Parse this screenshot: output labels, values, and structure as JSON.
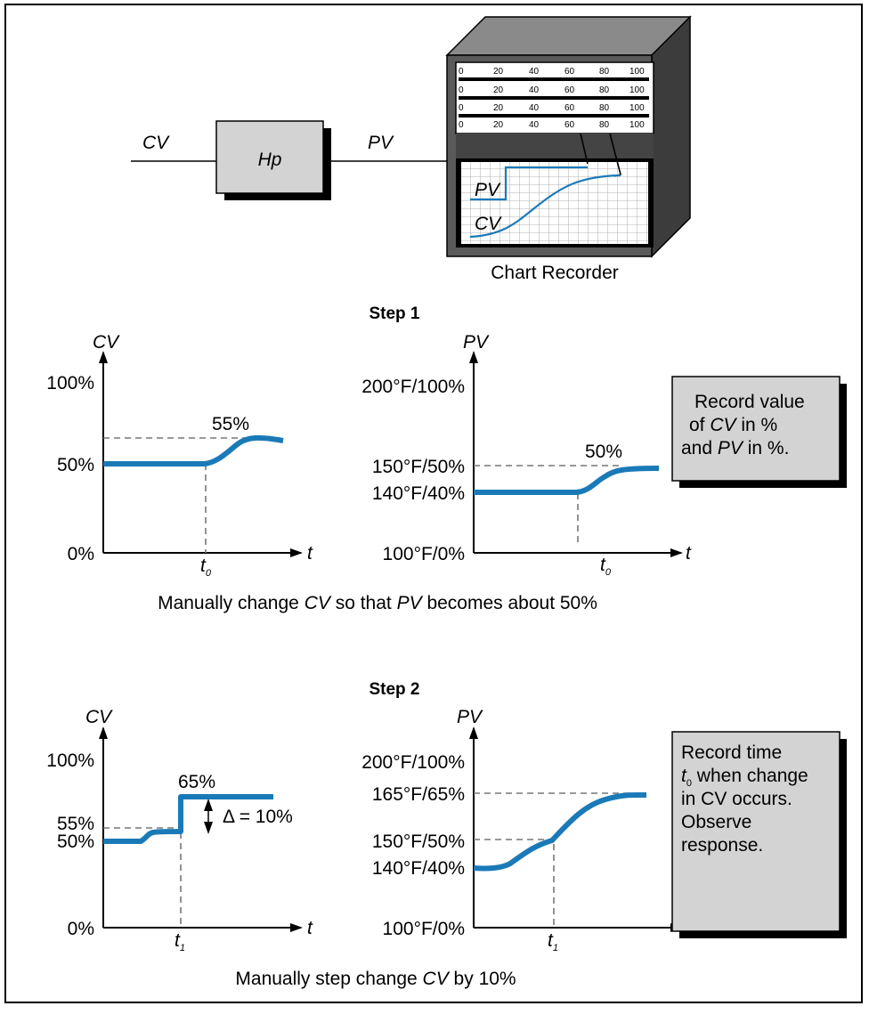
{
  "colors": {
    "curve": "#1a7ab8",
    "box_fill": "#d3d3d3",
    "shadow": "#000000",
    "recorder_dark": "#555555"
  },
  "top": {
    "cv_label": "CV",
    "process_label": "Hp",
    "pv_label": "PV",
    "recorder": {
      "scale": [
        "0",
        "20",
        "40",
        "60",
        "80",
        "100"
      ],
      "trace_pv": "PV",
      "trace_cv": "CV",
      "caption": "Chart Recorder"
    }
  },
  "step1": {
    "title": "Step 1",
    "cv_plot": {
      "y_axis_label": "CV",
      "ticks": [
        "100%",
        "50%",
        "0%"
      ],
      "annotation": "55%",
      "x_axis_label": "t",
      "t_marker": "t",
      "t_sub": "0"
    },
    "pv_plot": {
      "y_axis_label": "PV",
      "ticks": [
        "200°F/100%",
        "150°F/50%",
        "140°F/40%",
        "100°F/0%"
      ],
      "annotation": "50%",
      "x_axis_label": "t",
      "t_marker": "t",
      "t_sub": "0"
    },
    "note": {
      "line1": "Record value",
      "line2_a": "of ",
      "line2_b": "CV",
      "line2_c": " in %",
      "line3_a": "and ",
      "line3_b": "PV",
      "line3_c": " in %."
    },
    "caption": {
      "a": "Manually change ",
      "b": "CV",
      "c": " so that ",
      "d": "PV",
      "e": " becomes about 50%"
    }
  },
  "step2": {
    "title": "Step 2",
    "cv_plot": {
      "y_axis_label": "CV",
      "ticks": [
        "100%",
        "55%",
        "50%",
        "0%"
      ],
      "annotation": "65%",
      "delta": "Δ = 10%",
      "x_axis_label": "t",
      "t_marker": "t",
      "t_sub": "1"
    },
    "pv_plot": {
      "y_axis_label": "PV",
      "ticks": [
        "200°F/100%",
        "165°F/65%",
        "150°F/50%",
        "140°F/40%",
        "100°F/0%"
      ],
      "x_axis_label": "t",
      "t_marker": "t",
      "t_sub": "1"
    },
    "note": {
      "line1": "Record time",
      "line2_a": "t",
      "line2_sub": "0",
      "line2_b": " when change",
      "line3": "in CV occurs.",
      "line4": "Observe",
      "line5": "response."
    },
    "caption": {
      "a": "Manually step change ",
      "b": "CV",
      "c": " by 10%"
    }
  }
}
